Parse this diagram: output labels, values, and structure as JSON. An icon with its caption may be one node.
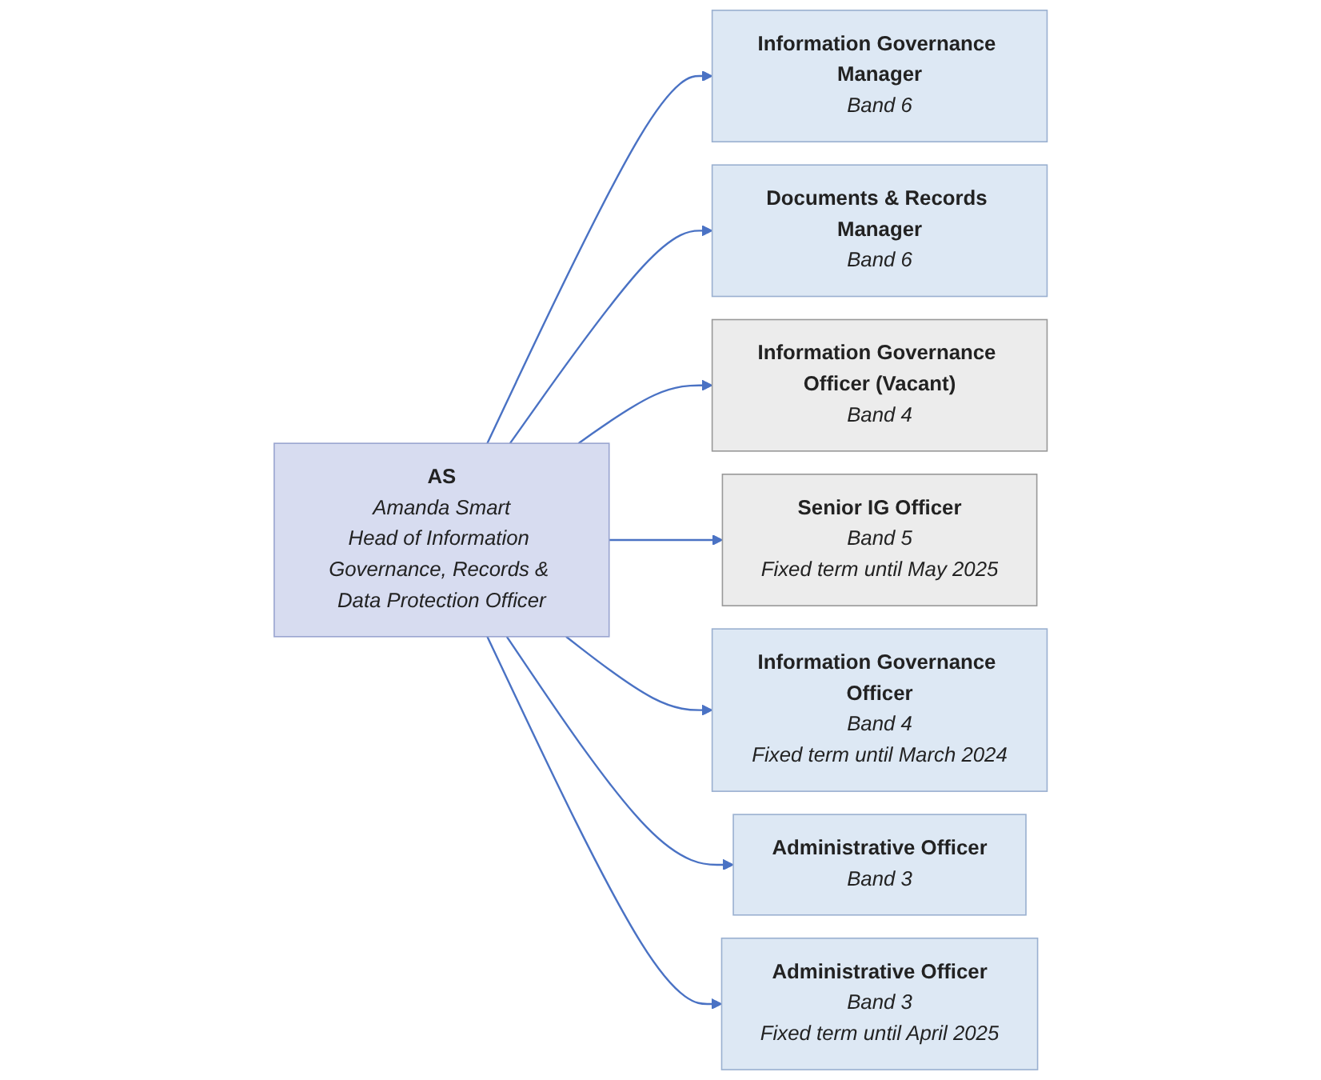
{
  "diagram": {
    "nodes": [
      {
        "text": [
          "AS",
          "Amanda Smart",
          "Head of Information Governance, Records & Data Protection Officer"
        ]
      },
      {
        "text": [
          "Information Governance Manager",
          "Band 6"
        ]
      },
      {
        "text": [
          "Documents & Records Manager",
          "Band 6"
        ]
      },
      {
        "text": [
          "Information Governance Officer (Vacant)",
          "Band 4"
        ]
      },
      {
        "text": [
          "Senior IG Officer",
          "Band 5",
          "Fixed term until May 2025"
        ]
      },
      {
        "text": [
          "Information Governance Officer",
          "Band 4",
          "Fixed term until March 2024"
        ]
      },
      {
        "text": [
          "Administrative Officer",
          "Band 3"
        ]
      },
      {
        "text": [
          "Administrative Officer",
          "Band 3",
          "Fixed term until April 2025"
        ]
      }
    ],
    "edges": [
      {
        "from": 0,
        "to": 1,
        "arrow": "to"
      },
      {
        "from": 0,
        "to": 2,
        "arrow": "to"
      },
      {
        "from": 0,
        "to": 3,
        "arrow": "to"
      },
      {
        "from": 0,
        "to": 4,
        "arrow": "to"
      },
      {
        "from": 0,
        "to": 5,
        "arrow": "to"
      },
      {
        "from": 0,
        "to": 6,
        "arrow": "to"
      },
      {
        "from": 0,
        "to": 7,
        "arrow": "to"
      }
    ]
  }
}
